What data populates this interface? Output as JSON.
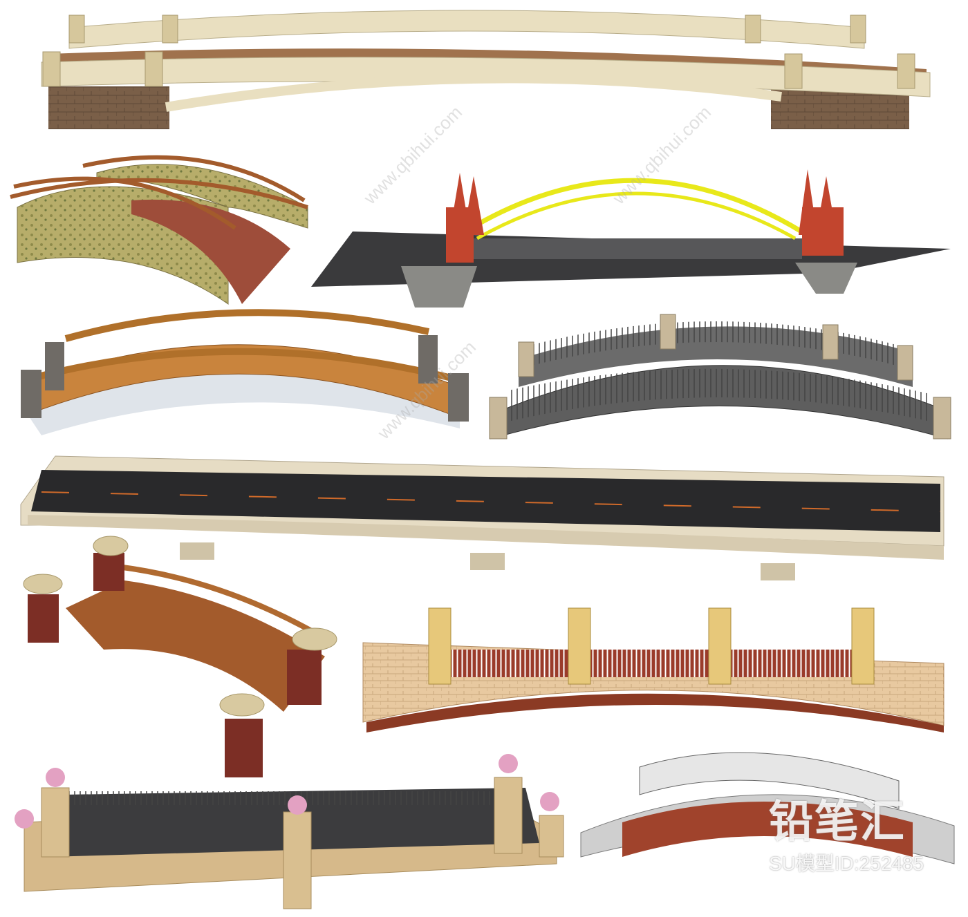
{
  "watermark": {
    "brand": "铅笔汇",
    "model_id": "SU模型ID:252485",
    "site": "www.qbihui.com"
  },
  "colors": {
    "background": "#ffffff",
    "stone_cream": "#e9dfc0",
    "brick_brown": "#7a5f48",
    "wood": "#c9843d",
    "asphalt": "#3a3a3c",
    "steel_yellow": "#e8e81a",
    "tower_red": "#c2452e"
  }
}
